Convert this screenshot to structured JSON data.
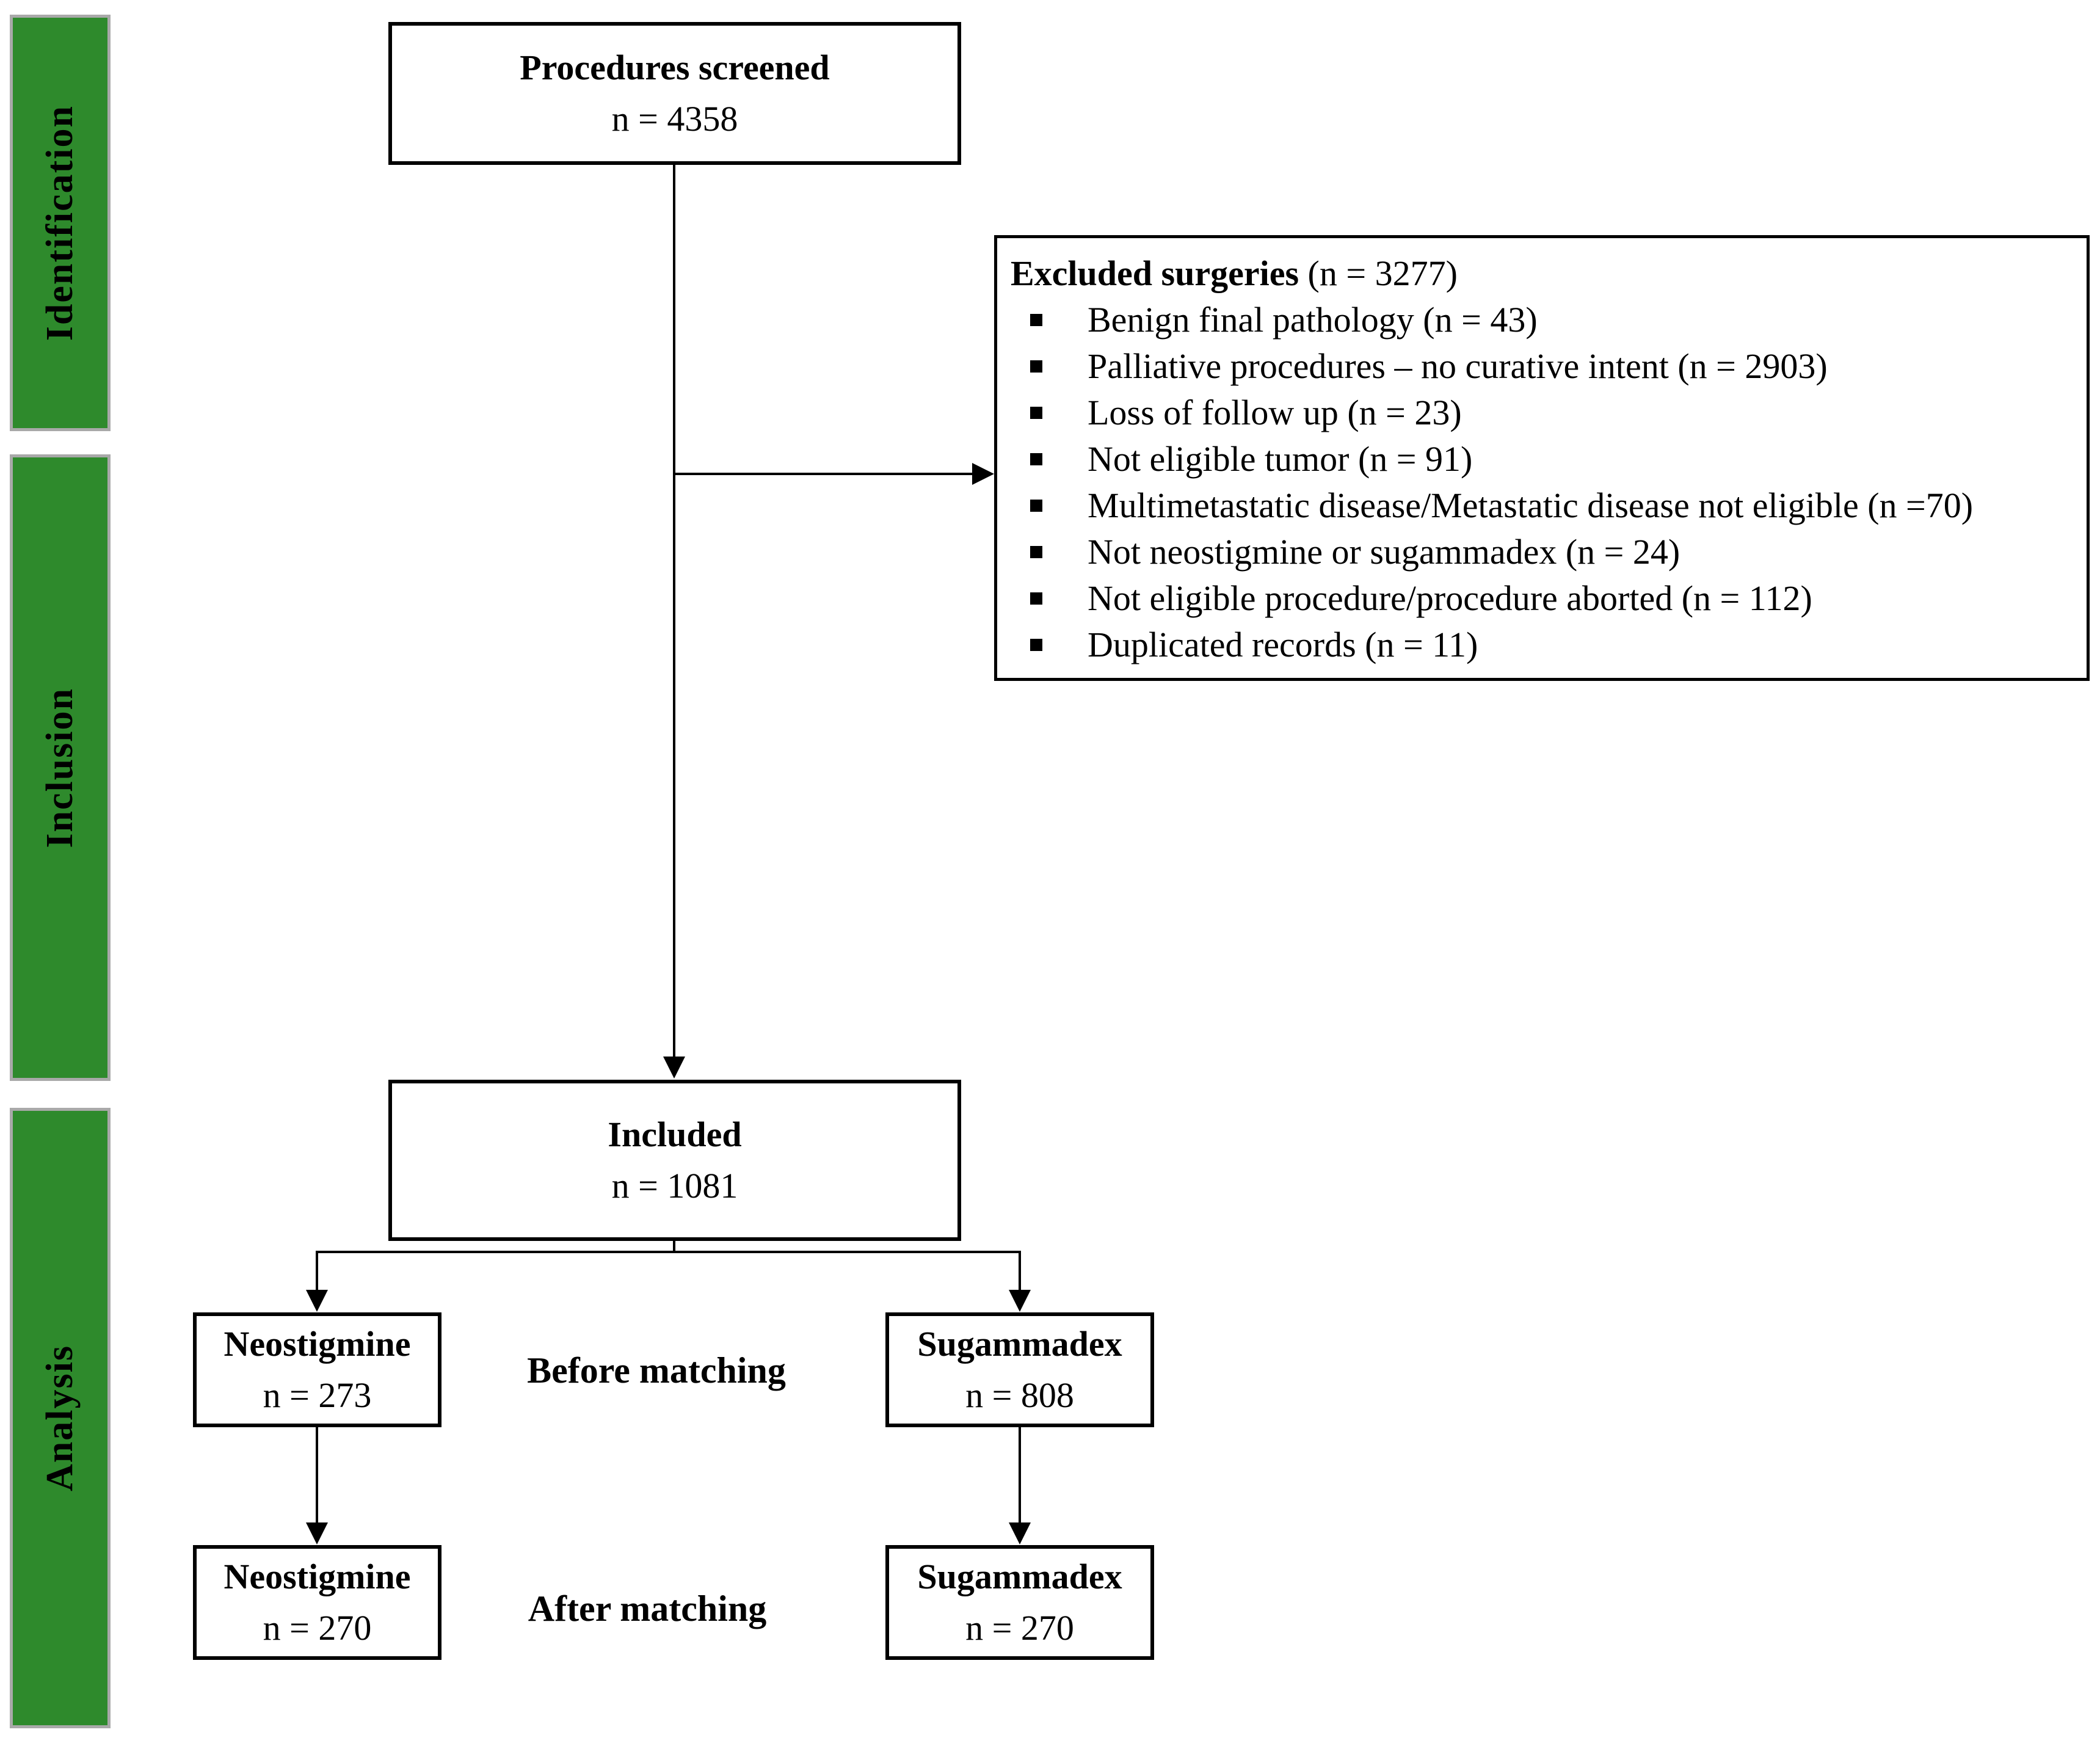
{
  "colors": {
    "stage_bar_green": "#2e8a2c",
    "stage_bar_border": "#a9a9a9",
    "line_color": "#000000"
  },
  "sidebar": {
    "items": [
      {
        "label": "Identification"
      },
      {
        "label": "Inclusion"
      },
      {
        "label": "Analysis"
      }
    ]
  },
  "flow": {
    "procedures_box": {
      "title": "Procedures screened",
      "count": "n = 4358"
    },
    "excluded_box": {
      "title_bold": "Excluded surgeries",
      "title_rest": " (n = 3277)",
      "items": [
        "Benign final pathology (n = 43)",
        "Palliative procedures – no curative intent (n = 2903)",
        "Loss of follow up (n = 23)",
        "Not eligible tumor (n = 91)",
        "Multimetastatic disease/Metastatic disease not eligible (n =70)",
        "Not neostigmine or sugammadex (n = 24)",
        "Not eligible procedure/procedure aborted (n = 112)",
        "Duplicated records (n = 11)"
      ]
    },
    "included_box": {
      "title": "Included",
      "count": "n = 1081"
    },
    "before_matching": {
      "label": "Before matching",
      "neostigmine": {
        "title": "Neostigmine",
        "count": "n = 273"
      },
      "sugammadex": {
        "title": "Sugammadex",
        "count": "n = 808"
      }
    },
    "after_matching": {
      "label": "After matching",
      "neostigmine": {
        "title": "Neostigmine",
        "count": "n = 270"
      },
      "sugammadex": {
        "title": "Sugammadex",
        "count": "n = 270"
      }
    }
  }
}
